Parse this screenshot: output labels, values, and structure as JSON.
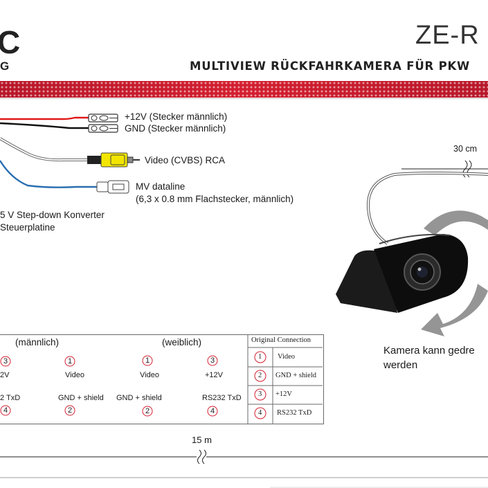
{
  "header": {
    "logo_text": "C",
    "logo_sub": "G",
    "model": "ZE-R",
    "subtitle": "MULTIVIEW RÜCKFAHRKAMERA FÜR PKW"
  },
  "wiring": {
    "plus12v": "+12V (Stecker männlich)",
    "gnd": "GND (Stecker männlich)",
    "video": "Video (CVBS) RCA",
    "mv_line1": "MV dataline",
    "mv_line2": "(6,3 x 0.8 mm Flachstecker, männlich)",
    "converter_line1": "5 V Step-down Konverter",
    "converter_line2": "Steuerplatine"
  },
  "camera": {
    "cable_length": "30 cm",
    "rotate_note_line1": "Kamera kann gedre",
    "rotate_note_line2": "werden"
  },
  "connectors": {
    "male_title": "(männlich)",
    "female_title": "(weiblich)",
    "male_pins": {
      "p1": "1",
      "p2": "2",
      "p3": "3",
      "p4": "4",
      "video": "Video",
      "gnd": "GND + shield",
      "v12": "2V",
      "txd": "2 TxD"
    },
    "female_pins": {
      "p1": "1",
      "p2": "2",
      "p3": "3",
      "p4": "4",
      "video": "Video",
      "gnd": "GND + shield",
      "v12": "+12V",
      "txd": "RS232 TxD"
    }
  },
  "table": {
    "header": "Original Connection",
    "rows": [
      {
        "num": "1",
        "label": "Video"
      },
      {
        "num": "2",
        "label": "GND + shield"
      },
      {
        "num": "3",
        "label": "+12V"
      },
      {
        "num": "4",
        "label": "RS232 TxD"
      }
    ]
  },
  "cable": {
    "length": "15 m"
  },
  "colors": {
    "accent_red": "#d41f30",
    "wire_red": "#e01818",
    "wire_blue": "#2a6fb0",
    "rca_yellow": "#f2e600"
  }
}
